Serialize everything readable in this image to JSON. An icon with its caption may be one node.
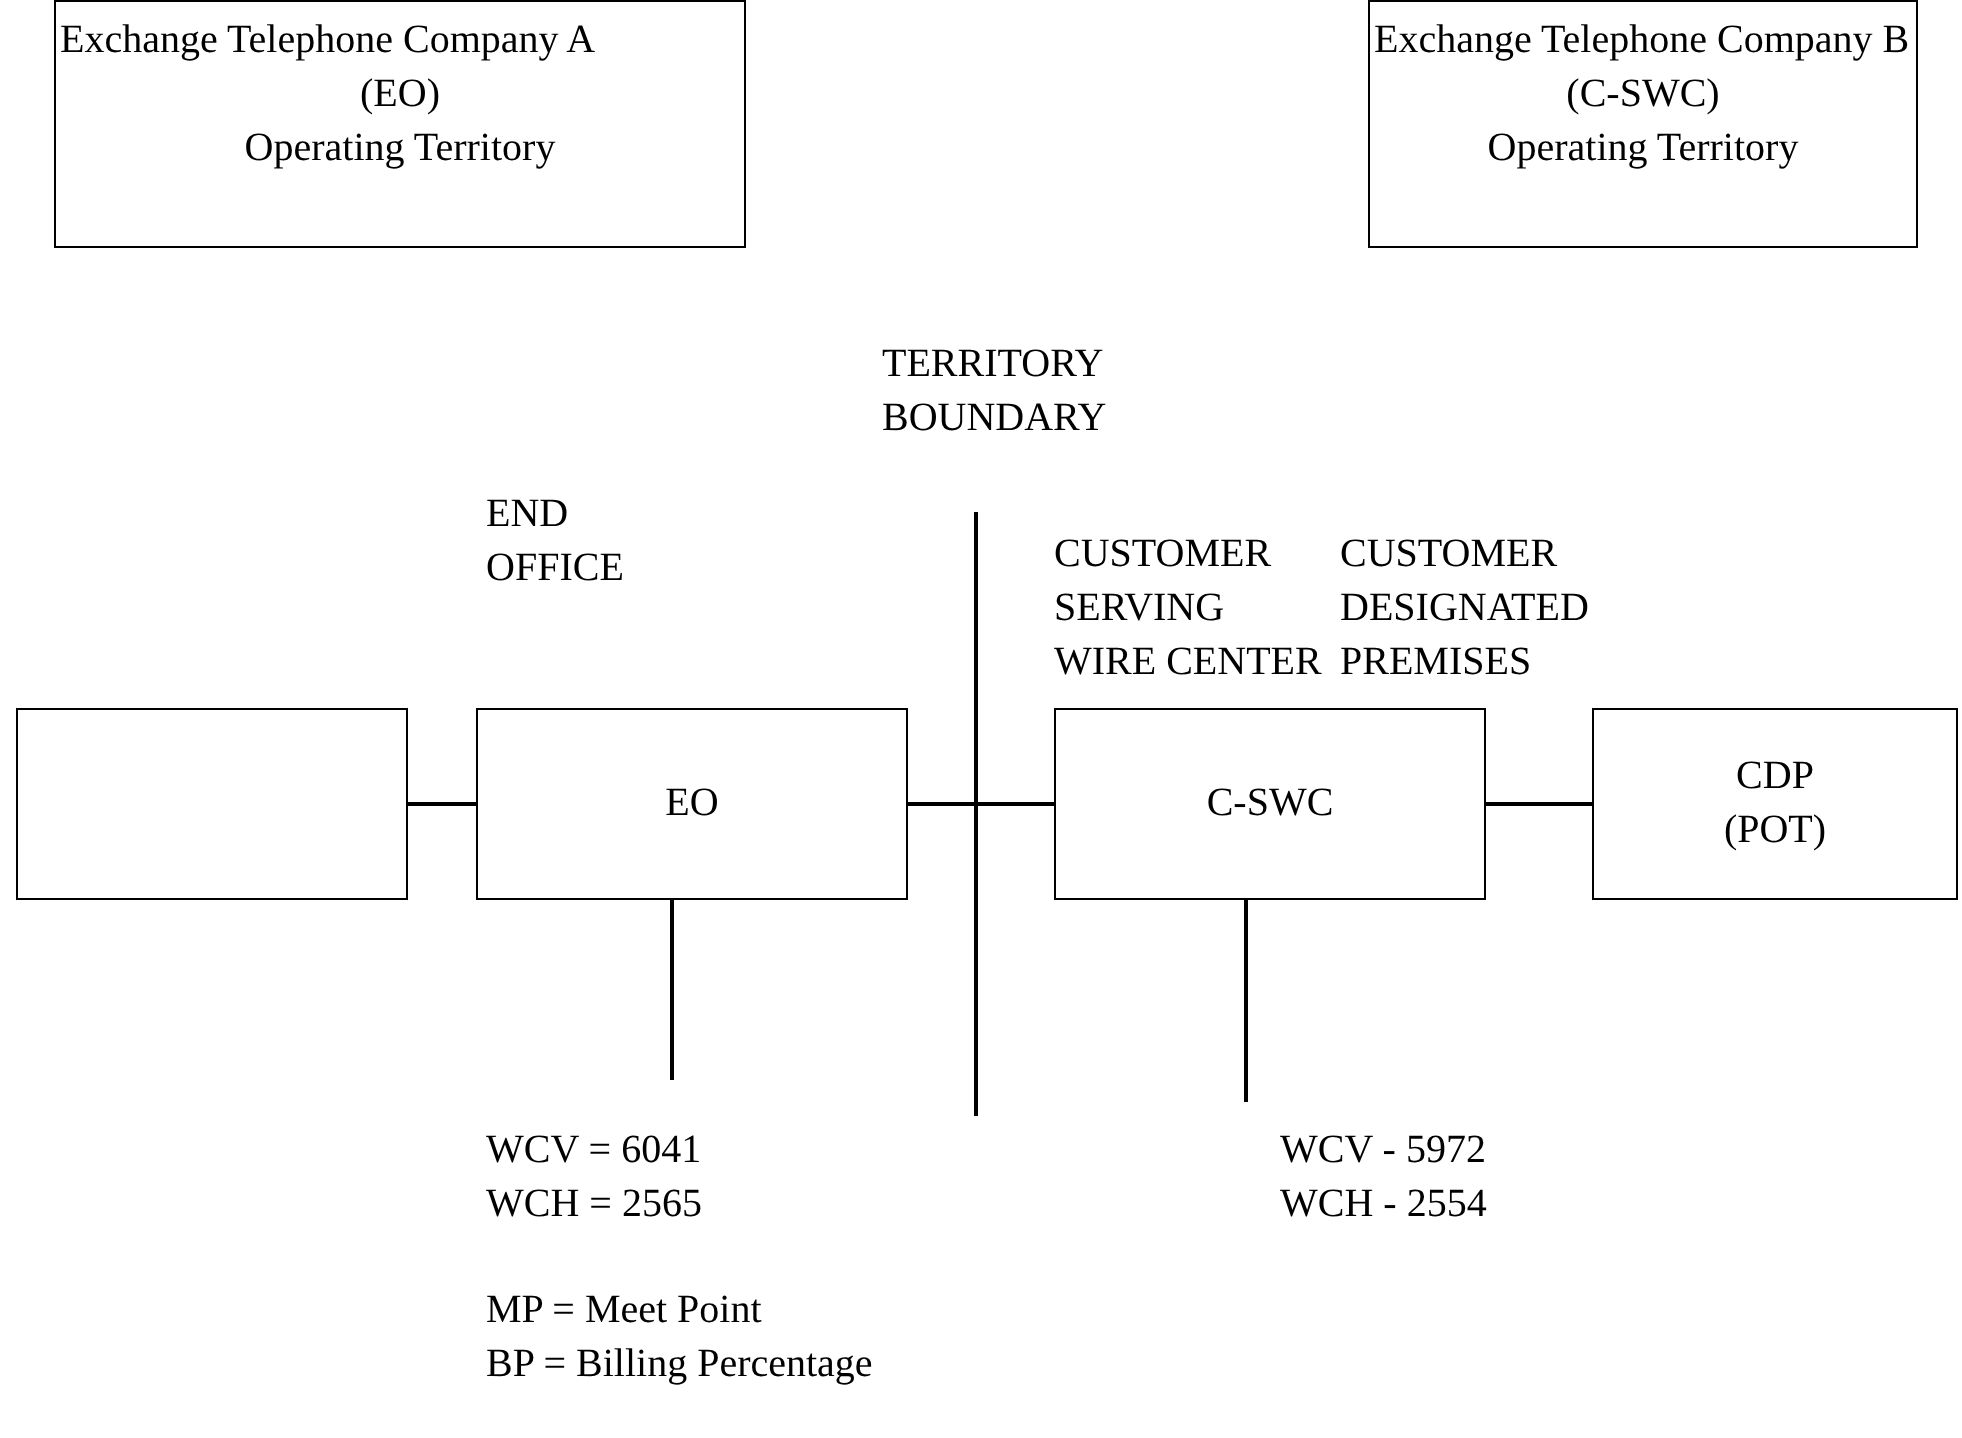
{
  "diagram": {
    "nodes": [
      {
        "text": [
          "Exchange Telephone Company A",
          "(EO)",
          "Operating Territory"
        ]
      },
      {
        "text": [
          "Exchange Telephone Company B",
          "(C-SWC)",
          "Operating Territory"
        ]
      },
      {
        "text": [],
        "shape": "box"
      },
      {
        "text": [
          "EO"
        ],
        "beside": [
          "END OFFICE"
        ]
      },
      {
        "text": [
          "C-SWC"
        ],
        "beside": [
          "CUSTOMER SERVING WIRE CENTER"
        ]
      },
      {
        "text": [
          "CDP",
          "(POT)"
        ],
        "beside": [
          "CUSTOMER DESIGNATED PREMISES"
        ]
      }
    ],
    "edges": [
      {
        "from": 2,
        "to": 3,
        "arrow": "none"
      },
      {
        "from": 3,
        "to": 4,
        "arrow": "none"
      },
      {
        "from": 4,
        "to": 5,
        "arrow": "none"
      },
      {
        "from": 3,
        "to": null,
        "arrow": "none"
      },
      {
        "from": 4,
        "to": null,
        "arrow": "none"
      }
    ],
    "labels": [
      "TERRITORY BOUNDARY",
      "WCV = 6041",
      "WCH = 2565",
      "WCV - 5972",
      "WCH - 2554",
      "MP = Meet Point",
      "BP = Billing Percentage"
    ]
  }
}
